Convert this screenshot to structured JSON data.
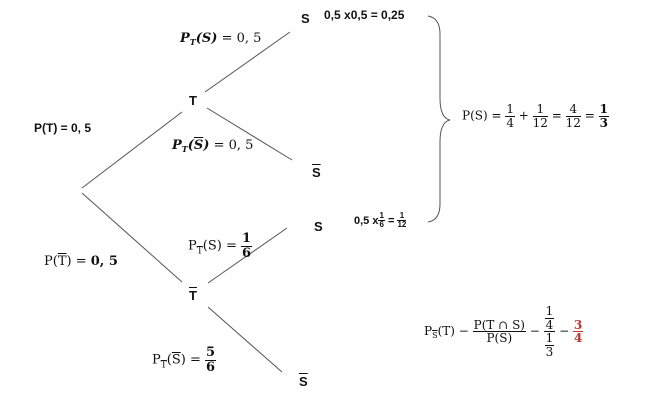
{
  "tree": {
    "root": {
      "prob_left": "P(T) = 0, 5",
      "prob_bottom": {
        "P": "P",
        "open": "(",
        "event": "T",
        "close": ")",
        "eq": " = ",
        "value": "0, 5"
      }
    },
    "T": {
      "name": "T",
      "to_S": {
        "P": "P",
        "cond": "T",
        "open": "(",
        "event": "S",
        "close": ")",
        "eq": " = ",
        "value": "0, 5"
      },
      "to_notS": {
        "P": "P",
        "cond": "T",
        "open": "(",
        "event": "S",
        "close": ")",
        "eq": " = ",
        "value": "0, 5"
      }
    },
    "notT": {
      "name": "T",
      "to_S": {
        "P": "P",
        "cond": "T",
        "open": "(",
        "event": "S",
        "close": ")",
        "eq": " = ",
        "num": "1",
        "den": "6"
      },
      "to_notS": {
        "P": "P",
        "cond": "T",
        "open": "(",
        "event": "S",
        "close": ")",
        "eq": " = ",
        "num": "5",
        "den": "6"
      }
    },
    "leaves": {
      "S1": "S",
      "notS1": "S",
      "S2": "S",
      "notS2": "S"
    }
  },
  "results": {
    "r1": "0,5 x0,5 = 0,25",
    "r2": {
      "prefix": "0,5 x",
      "n1": "1",
      "d1": "6",
      "eq": "=",
      "n2": "1",
      "d2": "12"
    }
  },
  "formula_PS": {
    "lhs": "P(S) = ",
    "a_n": "1",
    "a_d": "4",
    "plus": " + ",
    "b_n": "1",
    "b_d": "12",
    "eq1": " = ",
    "c_n": "4",
    "c_d": "12",
    "eq2": " = ",
    "d_n": "1",
    "d_d": "3"
  },
  "formula_PST": {
    "P": "P",
    "cond": "S",
    "arg": "(T)",
    "minus1": " − ",
    "f_n": "P(T ∩ S)",
    "f_d": "P(S)",
    "minus2": " − ",
    "g_n_n": "1",
    "g_n_d": "4",
    "g_d_n": "1",
    "g_d_d": "3",
    "minus3": " − ",
    "h_n": "3",
    "h_d": "4"
  },
  "colors": {
    "line": "#555555",
    "text": "#111111",
    "accent": "#c8302b"
  }
}
